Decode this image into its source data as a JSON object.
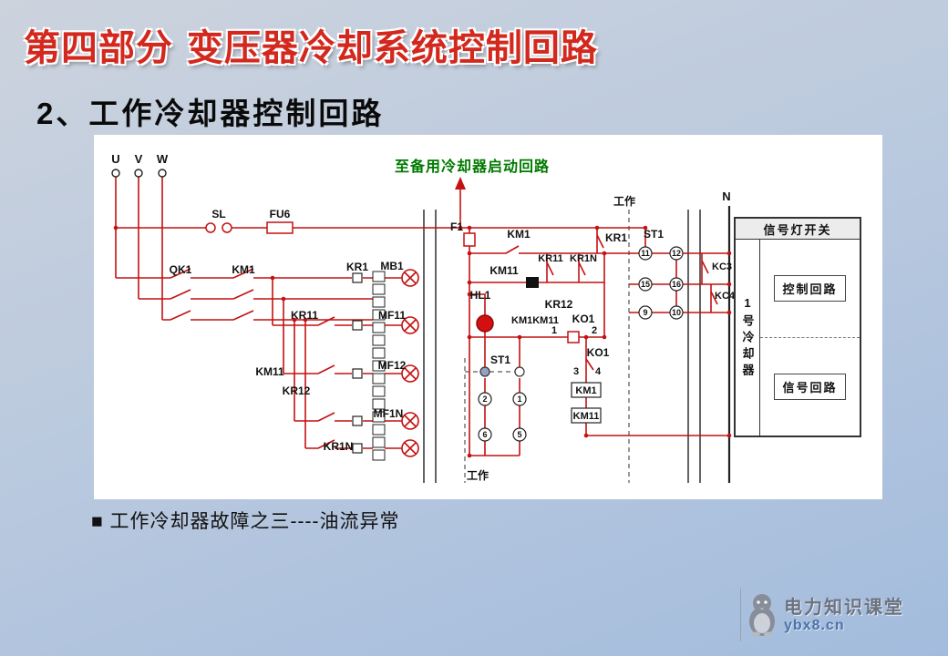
{
  "slide": {
    "title": "第四部分  变压器冷却系统控制回路",
    "subtitle": "2、工作冷却器控制回路",
    "bullet": "■ 工作冷却器故障之三----油流异常",
    "footer": {
      "brand": "电力知识课堂",
      "site": "ybx8.cn"
    }
  },
  "diagram": {
    "top_note": "至备用冷却器启动回路",
    "phases": {
      "u": "U",
      "v": "V",
      "w": "W"
    },
    "labels": {
      "sl": "SL",
      "fu6": "FU6",
      "qk1": "QK1",
      "km1": "KM1",
      "km11": "KM11",
      "kr1": "KR1",
      "kr11": "KR11",
      "kr12": "KR12",
      "kr1n": "KR1N",
      "mb1": "MB1",
      "mf11": "MF11",
      "mf12": "MF12",
      "mf1n": "MF1N",
      "f1": "F1",
      "hl1": "HL1",
      "km1km11": "KM1KM11",
      "ko1": "KO1",
      "st1": "ST1",
      "kc3": "KC3",
      "kc4": "KC4",
      "n": "N",
      "work": "工作"
    },
    "terminals": {
      "t1": "1",
      "t2": "2",
      "t3": "3",
      "t4": "4",
      "c1": "1",
      "c2": "2",
      "c5": "5",
      "c6": "6",
      "c9": "9",
      "c10": "10",
      "c11": "11",
      "c12": "12",
      "c15": "15",
      "c16": "16"
    },
    "box": {
      "header": "信号灯开关",
      "side": "1号冷却器",
      "cell_top": "控制回路",
      "cell_bottom": "信号回路"
    }
  }
}
